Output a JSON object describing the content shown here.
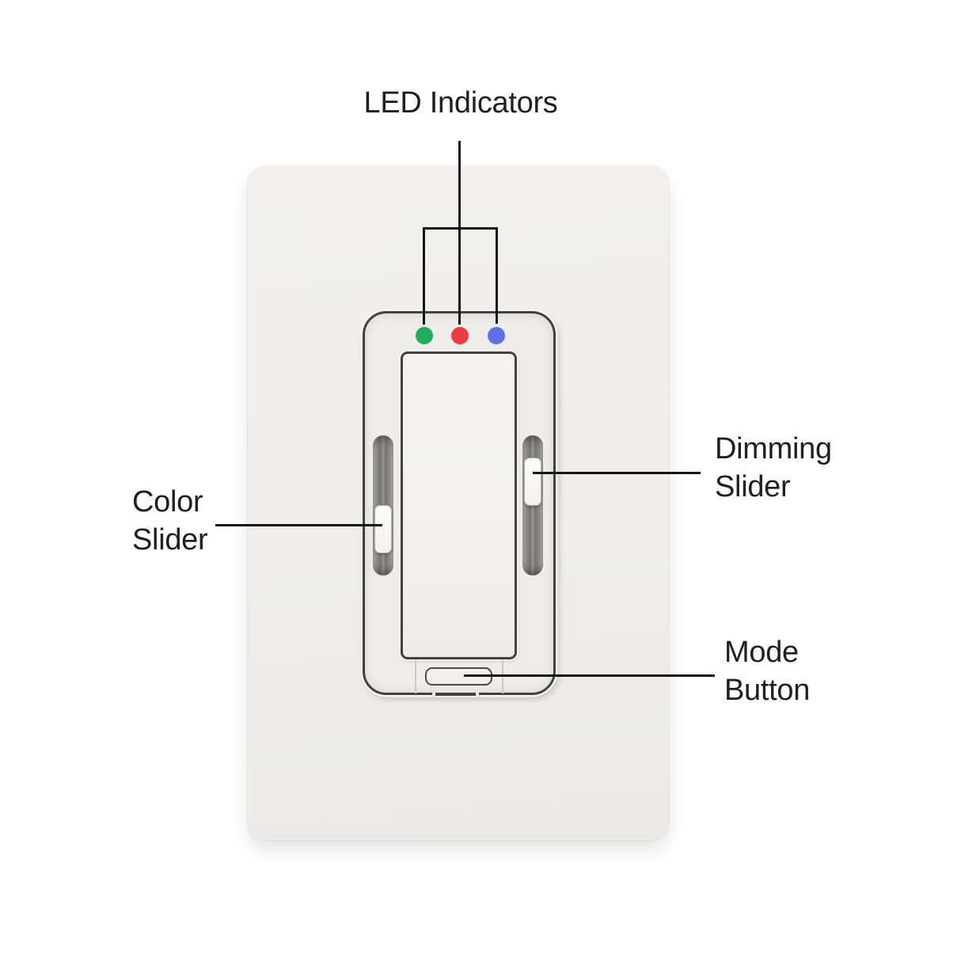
{
  "callouts": {
    "led_indicators": {
      "label": "LED Indicators"
    },
    "color_slider": {
      "lines": [
        "Color",
        "Slider"
      ]
    },
    "dimming_slider": {
      "lines": [
        "Dimming",
        "Slider"
      ]
    },
    "mode_button": {
      "lines": [
        "Mode",
        "Button"
      ]
    }
  },
  "device": {
    "leds": [
      {
        "name": "green-led",
        "color": "#1fae59"
      },
      {
        "name": "red-led",
        "color": "#ee3b41"
      },
      {
        "name": "blue-led",
        "color": "#5b72e4"
      }
    ]
  },
  "colors": {
    "page_background": "#ffffff",
    "wall_plate": "#f0efed",
    "bezel_outline": "#414141",
    "slider_track": "#8d8c89",
    "slider_thumb": "#fcfcfa",
    "callout_line": "#161616",
    "label_text": "#1f1f1f"
  }
}
